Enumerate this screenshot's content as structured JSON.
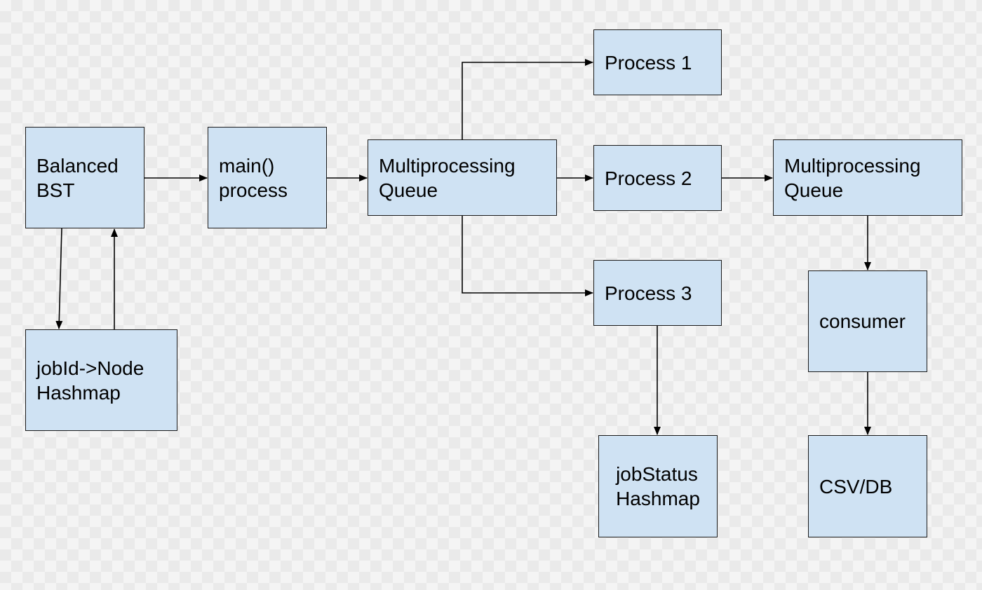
{
  "diagram": {
    "nodes": [
      {
        "id": "bst",
        "label": "Balanced\nBST"
      },
      {
        "id": "main",
        "label": "main()\nprocess"
      },
      {
        "id": "mpq1",
        "label": "Multiprocessing\nQueue"
      },
      {
        "id": "p1",
        "label": "Process 1"
      },
      {
        "id": "p2",
        "label": "Process 2"
      },
      {
        "id": "p3",
        "label": "Process 3"
      },
      {
        "id": "mpq2",
        "label": "Multiprocessing\nQueue"
      },
      {
        "id": "hash",
        "label": "jobId->Node\nHashmap"
      },
      {
        "id": "consumer",
        "label": "consumer"
      },
      {
        "id": "jobstatus",
        "label": "jobStatus\nHashmap"
      },
      {
        "id": "csv",
        "label": "CSV/DB"
      }
    ],
    "edges": [
      {
        "from": "bst",
        "to": "main"
      },
      {
        "from": "main",
        "to": "mpq1"
      },
      {
        "from": "mpq1",
        "to": "p1"
      },
      {
        "from": "mpq1",
        "to": "p2"
      },
      {
        "from": "mpq1",
        "to": "p3"
      },
      {
        "from": "p2",
        "to": "mpq2"
      },
      {
        "from": "mpq2",
        "to": "consumer"
      },
      {
        "from": "consumer",
        "to": "csv"
      },
      {
        "from": "p3",
        "to": "jobstatus"
      },
      {
        "from": "bst",
        "to": "hash"
      },
      {
        "from": "hash",
        "to": "bst"
      }
    ]
  }
}
